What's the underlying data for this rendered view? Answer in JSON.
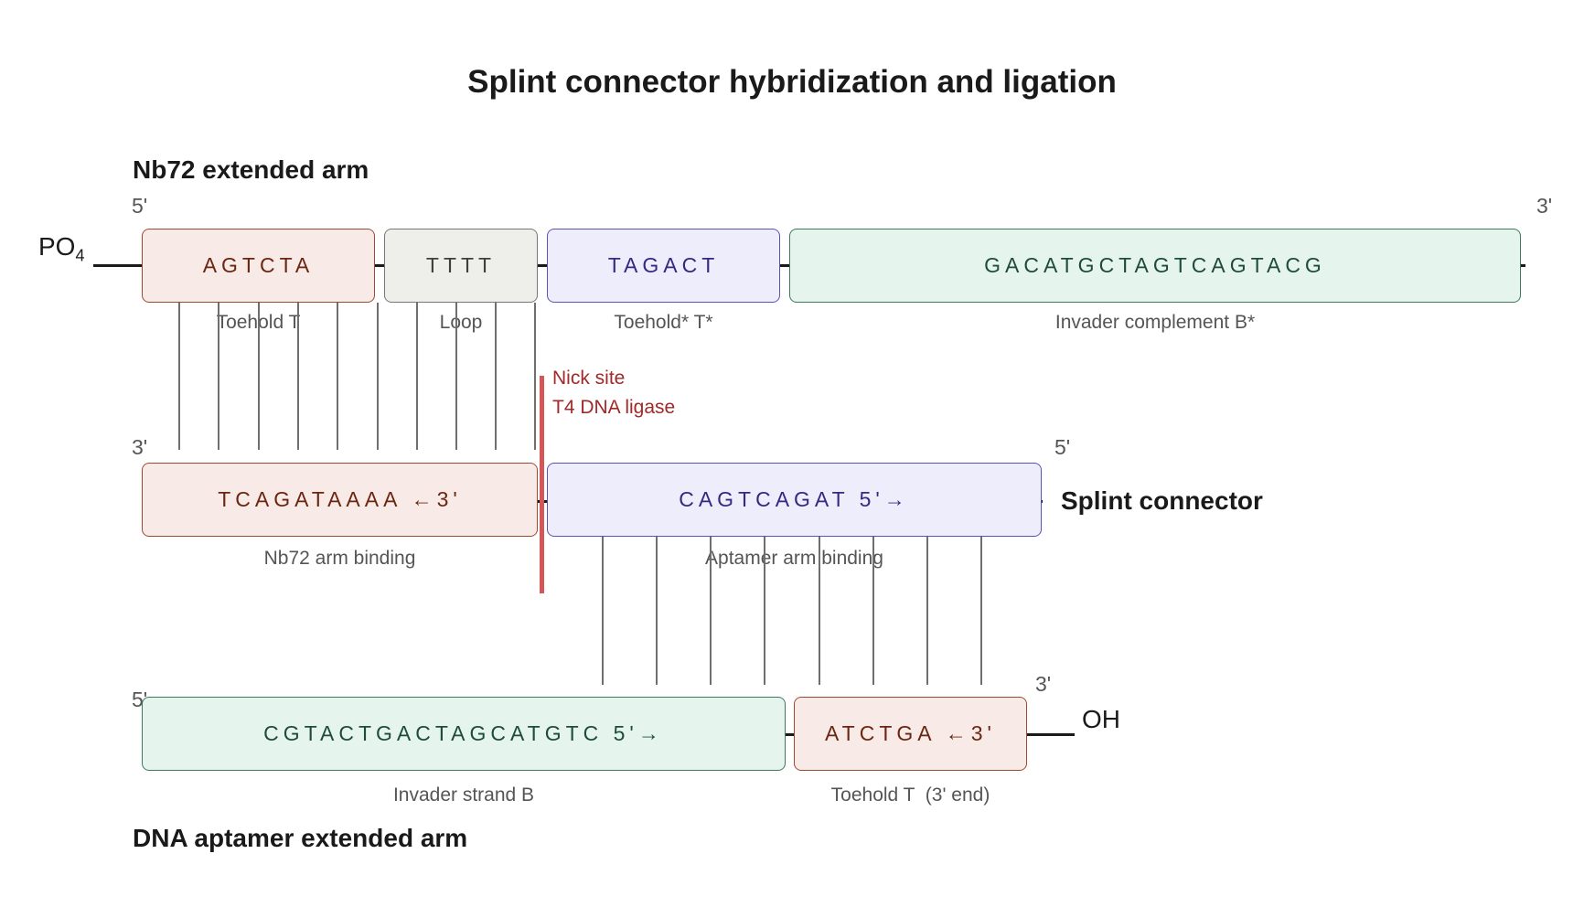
{
  "title": "Splint connector hybridization and ligation",
  "top_strand": {
    "name": "Nb72 extended arm",
    "end_5": "5'",
    "end_3": "3'",
    "modification": {
      "main": "PO",
      "sub": "4"
    },
    "segments": [
      {
        "seq": "AGTCTA",
        "label": "Toehold T",
        "color": "#f8ebe7"
      },
      {
        "seq": "TTTT",
        "label": "Loop",
        "color": "#eeeeea"
      },
      {
        "seq": "TAGACT",
        "label": "Toehold* T*",
        "color": "#ededfb"
      },
      {
        "seq": "GACATGCTAGTCAGTACG",
        "label": "Invader complement B*",
        "color": "#e6f4ee"
      }
    ]
  },
  "middle_strand": {
    "name": "Splint connector",
    "end_3": "3'",
    "end_5": "5'",
    "segments": [
      {
        "seq": "TCAGATAAAA ←3'",
        "label": "Nb72 arm binding",
        "color": "#f8ebe7"
      },
      {
        "seq": "CAGTCAGAT 5'→",
        "label": "Aptamer arm binding",
        "color": "#ededfb"
      }
    ]
  },
  "nick": {
    "line1": "Nick site",
    "line2": "T4 DNA ligase",
    "color": "#d45656"
  },
  "bottom_strand": {
    "name": "DNA aptamer extended arm",
    "end_5": "5'",
    "end_3": "3'",
    "modification": "OH",
    "segments": [
      {
        "seq": "CGTACTGACTAGCATGTC 5'→",
        "label": "Invader strand B",
        "color": "#e6f4ee"
      },
      {
        "seq": "ATCTGA ←3'",
        "label": "Toehold T  (3' end)",
        "color": "#f8ebe7"
      }
    ]
  }
}
